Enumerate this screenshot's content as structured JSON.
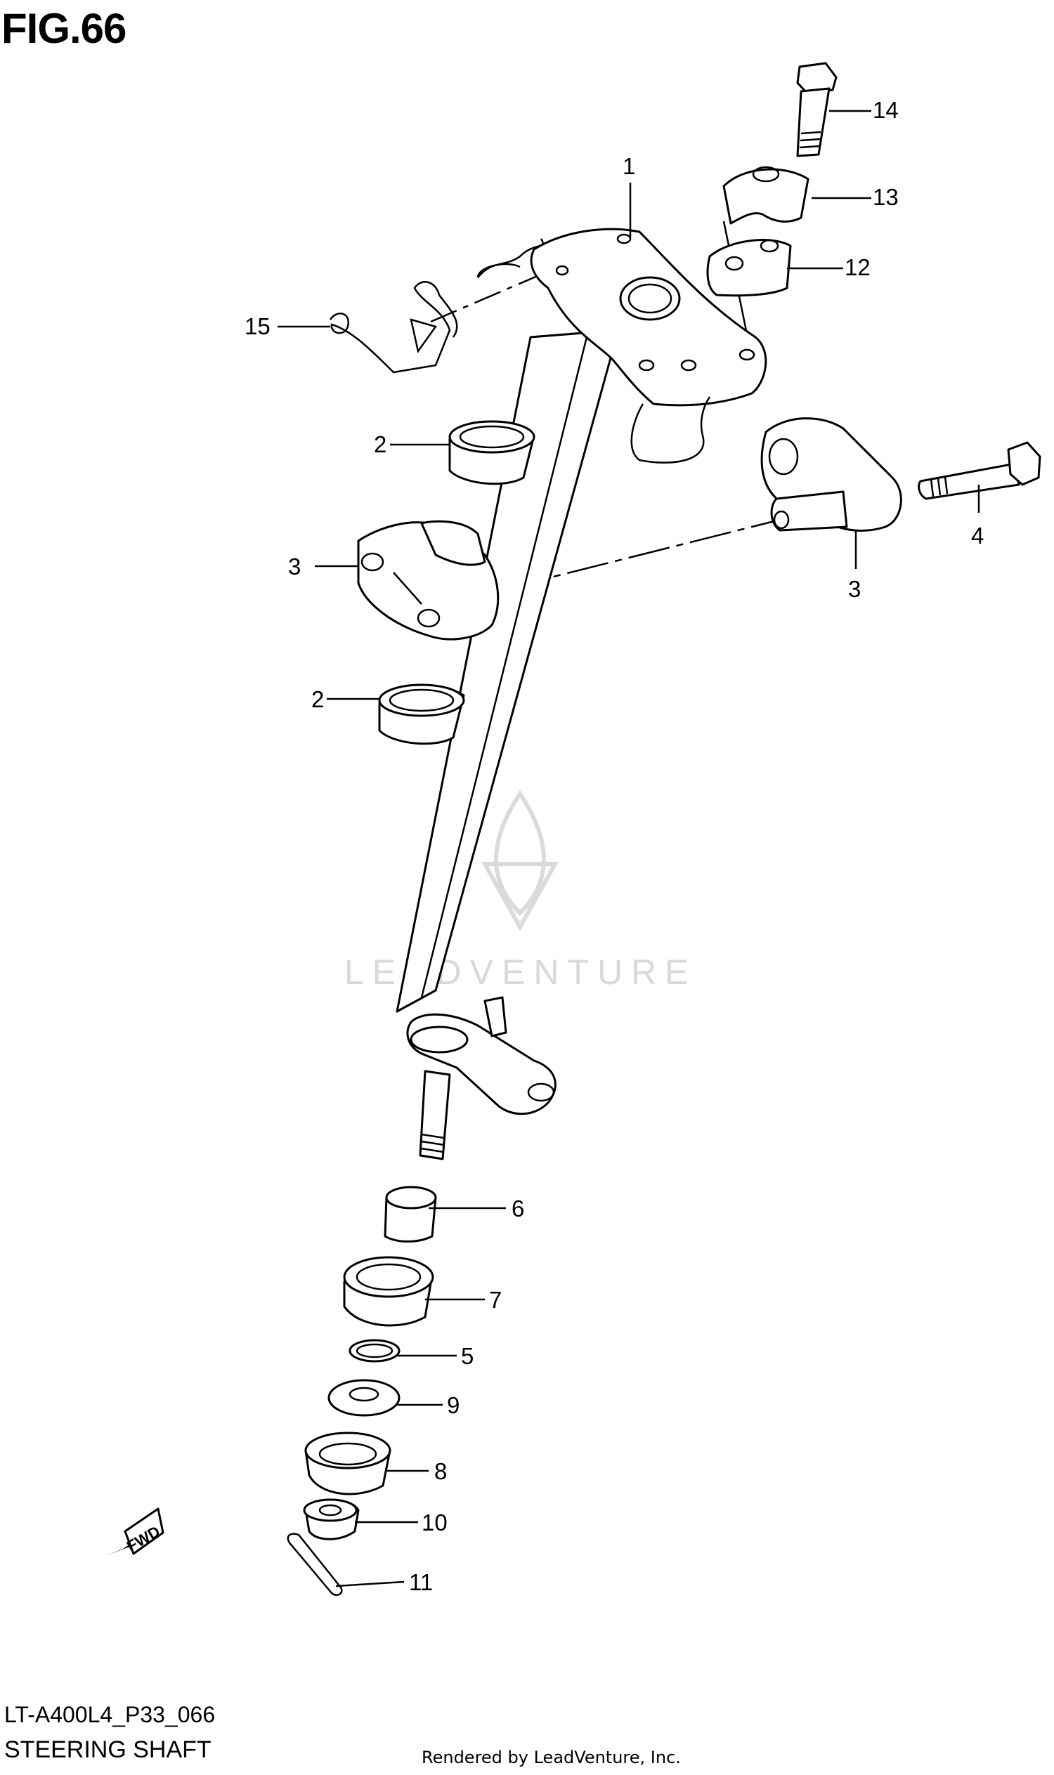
{
  "figure": {
    "title": "FIG.66"
  },
  "diagram_code": "LT-A400L4_P33_066",
  "caption": "STEERING SHAFT",
  "credit": "Rendered by LeadVenture, Inc.",
  "watermark": "LEADVENTURE",
  "fwd_label": "FWD",
  "callouts": {
    "c1": "1",
    "c2a": "2",
    "c2b": "2",
    "c3a": "3",
    "c3b": "3",
    "c4": "4",
    "c5": "5",
    "c6": "6",
    "c7": "7",
    "c8": "8",
    "c9": "9",
    "c10": "10",
    "c11": "11",
    "c12": "12",
    "c13": "13",
    "c14": "14",
    "c15": "15"
  }
}
